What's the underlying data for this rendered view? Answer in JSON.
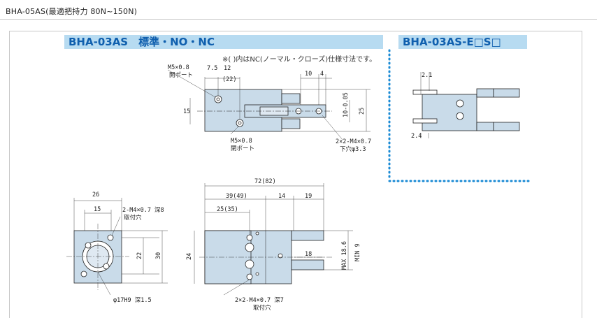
{
  "page": {
    "title": "BHA-05AS(最適把持力 80N~150N)"
  },
  "headers": {
    "main": "BHA-03AS　標準・NO・NC",
    "side": "BHA-03AS-E□S□"
  },
  "note": "※(  )内はNC(ノーマル・クローズ)仕様寸法です。",
  "top_view": {
    "port_top_label": "M5×0.8",
    "port_top_sub": "開ポート",
    "port_bottom_label": "M5×0.8",
    "port_bottom_sub": "閉ポート",
    "dim_7_5": "7.5",
    "dim_12": "12",
    "dim_22": "(22)",
    "dim_10": "10",
    "dim_4": "4",
    "dim_15": "15",
    "dim_10_tol": "10-0.05",
    "dim_25": "25",
    "tap_label": "2×2-M4×0.7",
    "tap_sub": "下穴φ3.3"
  },
  "side_view": {
    "dim_2_1": "2.1",
    "dim_2_4": "2.4"
  },
  "end_view": {
    "dim_26": "26",
    "dim_15": "15",
    "tap_label": "2-M4×0.7 深8",
    "tap_sub": "取付穴",
    "dim_22": "22",
    "dim_30": "30",
    "bore_label": "φ17H9 深1.5"
  },
  "front_view": {
    "dim_72": "72(82)",
    "dim_39": "39(49)",
    "dim_14": "14",
    "dim_19": "19",
    "dim_25": "25(35)",
    "dim_24": "24",
    "dim_18": "18",
    "dim_max": "MAX 18.6",
    "dim_min": "MIN 9",
    "tap_label": "2×2-M4×0.7 深7",
    "tap_sub": "取付穴"
  },
  "colors": {
    "body": "#c9dbe9",
    "line": "#222222",
    "header_bg": "#b7dbf1",
    "header_text": "#0f5fae",
    "dotted": "#1a8ad4"
  }
}
